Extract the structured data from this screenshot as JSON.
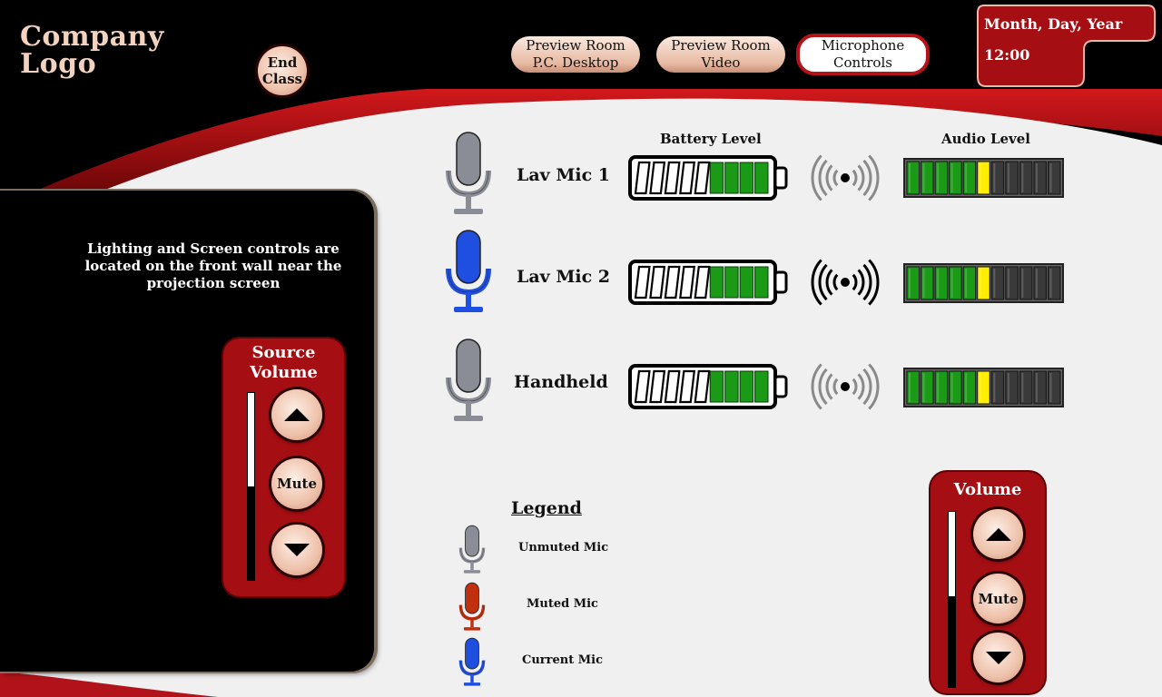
{
  "logo": {
    "line1": "Company",
    "line2": "Logo"
  },
  "end_class": {
    "line1": "End",
    "line2": "Class"
  },
  "nav": [
    {
      "line1": "Preview Room",
      "line2": "P.C. Desktop",
      "active": false
    },
    {
      "line1": "Preview Room",
      "line2": "Video",
      "active": false
    },
    {
      "line1": "Microphone",
      "line2": "Controls",
      "active": true
    }
  ],
  "datetime": {
    "date": "Month, Day, Year",
    "time": "12:00"
  },
  "info_text": "Lighting and Screen controls are located on the front wall near the projection screen",
  "source_volume": {
    "title_line1": "Source",
    "title_line2": "Volume",
    "mute_label": "Mute",
    "level": 0.5
  },
  "volume": {
    "title": "Volume",
    "mute_label": "Mute",
    "level": 0.52
  },
  "headers": {
    "battery": "Battery Level",
    "audio": "Audio Level"
  },
  "mics": [
    {
      "name": "Lav Mic 1",
      "state": "unmuted",
      "battery_level": 4,
      "battery_segments": 9,
      "audio_level": 5,
      "audio_segments": 11,
      "signal_active": false
    },
    {
      "name": "Lav Mic 2",
      "state": "current",
      "battery_level": 4,
      "battery_segments": 9,
      "audio_level": 5,
      "audio_segments": 11,
      "signal_active": true
    },
    {
      "name": "Handheld",
      "state": "unmuted",
      "battery_level": 4,
      "battery_segments": 9,
      "audio_level": 5,
      "audio_segments": 11,
      "signal_active": false
    }
  ],
  "legend": {
    "title": "Legend",
    "items": [
      {
        "label": "Unmuted Mic",
        "state": "unmuted"
      },
      {
        "label": "Muted Mic",
        "state": "muted"
      },
      {
        "label": "Current Mic",
        "state": "current"
      }
    ]
  },
  "colors": {
    "accent_red": "#a50e12",
    "unmuted": "#8b8d96",
    "muted": "#c0300f",
    "current": "#1f4fe0",
    "battery_green": "#1a9a17",
    "audio_green": "#1a9a17",
    "audio_peak": "#ffee00"
  },
  "icons": {
    "mic": "microphone-icon",
    "signal": "wireless-signal-icon",
    "up": "triangle-up-icon",
    "down": "triangle-down-icon"
  }
}
